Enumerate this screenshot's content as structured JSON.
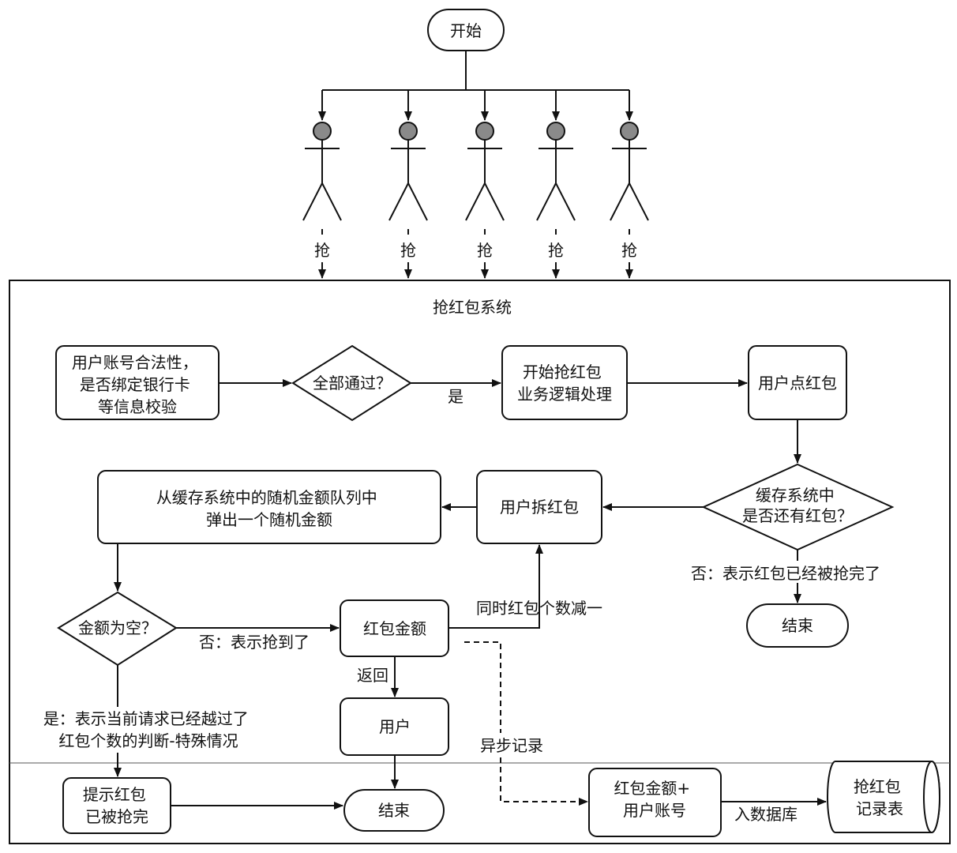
{
  "title": "抢红包系统",
  "start": {
    "label": "开始"
  },
  "actors": [
    {
      "action": "抢"
    },
    {
      "action": "抢"
    },
    {
      "action": "抢"
    },
    {
      "action": "抢"
    },
    {
      "action": "抢"
    }
  ],
  "nodes": {
    "validate": {
      "lines": [
        "用户账号合法性，",
        "是否绑定银行卡",
        "等信息校验"
      ]
    },
    "all_pass": {
      "lines": [
        "全部通过？"
      ]
    },
    "start_logic": {
      "lines": [
        "开始抢红包",
        "业务逻辑处理"
      ]
    },
    "click": {
      "lines": [
        "用户点红包"
      ]
    },
    "cache_check": {
      "lines": [
        "缓存系统中",
        "是否还有红包？"
      ]
    },
    "open": {
      "lines": [
        "用户拆红包"
      ]
    },
    "pop": {
      "lines": [
        "从缓存系统中的随机金额队列中",
        "弹出一个随机金额"
      ]
    },
    "empty_check": {
      "lines": [
        "金额为空？"
      ]
    },
    "amount": {
      "lines": [
        "红包金额"
      ]
    },
    "user": {
      "lines": [
        "用户"
      ]
    },
    "end1": {
      "lines": [
        "结束"
      ]
    },
    "end2": {
      "lines": [
        "结束"
      ]
    },
    "notify": {
      "lines": [
        "提示红包",
        "已被抢完"
      ]
    },
    "record": {
      "lines": [
        "红包金额+",
        "用户账号"
      ]
    },
    "db": {
      "lines": [
        "抢红包",
        "记录表"
      ]
    }
  },
  "edge_labels": {
    "yes": "是",
    "no_empty": "否：表示红包已经被抢完了",
    "no_got": "否：表示抢到了",
    "decrement": "同时红包个数减一",
    "return": "返回",
    "yes_special": [
      "是：表示当前请求已经越过了",
      "红包个数的判断-特殊情况"
    ],
    "async": "异步记录",
    "to_db": "入数据库"
  }
}
